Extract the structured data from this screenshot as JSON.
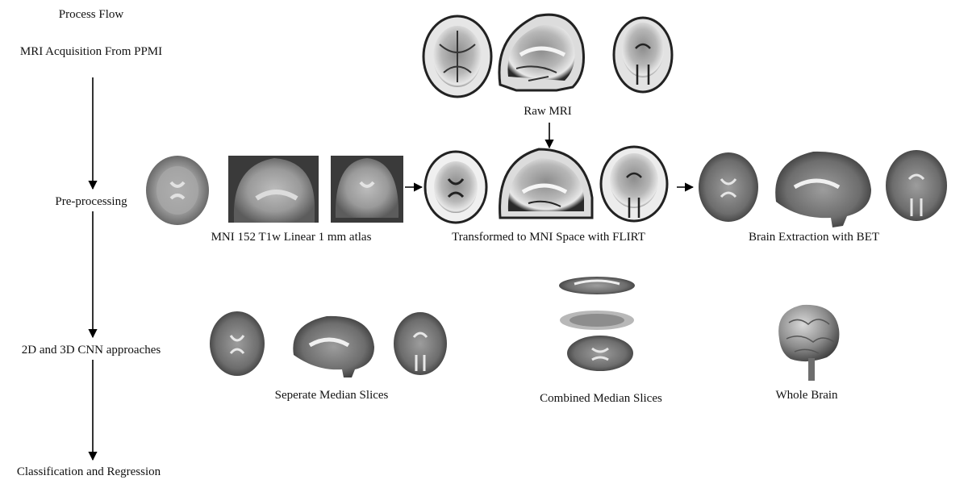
{
  "flow": {
    "title": "Process Flow",
    "steps": [
      "MRI Acquisition From PPMI",
      "Pre-processing",
      "2D and 3D CNN approaches",
      "Classification and Regression"
    ]
  },
  "labels": {
    "raw_mri": "Raw MRI",
    "atlas": "MNI 152 T1w Linear 1 mm atlas",
    "flirt": "Transformed to MNI Space with FLIRT",
    "bet": "Brain Extraction with BET",
    "separate": "Seperate Median Slices",
    "combined": "Combined Median Slices",
    "whole": "Whole Brain"
  }
}
